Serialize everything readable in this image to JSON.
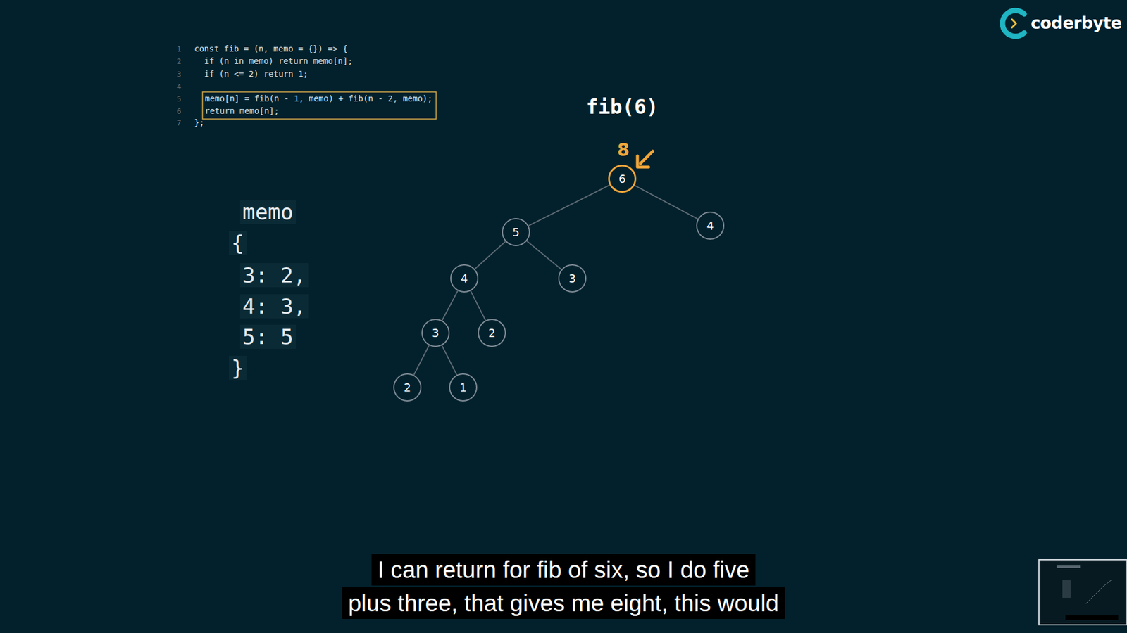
{
  "diagram": {
    "title": "fib(6)",
    "nodes": [
      {
        "text": [
          "6"
        ]
      },
      {
        "text": [
          "5"
        ]
      },
      {
        "text": [
          "4"
        ]
      },
      {
        "text": [
          "4"
        ]
      },
      {
        "text": [
          "3"
        ]
      },
      {
        "text": [
          "3"
        ]
      },
      {
        "text": [
          "2"
        ]
      },
      {
        "text": [
          "2"
        ]
      },
      {
        "text": [
          "1"
        ]
      }
    ],
    "edges": [
      {
        "from": 0,
        "to": 1,
        "arrow": "none"
      },
      {
        "from": 0,
        "to": 2,
        "arrow": "none"
      },
      {
        "from": 1,
        "to": 3,
        "arrow": "none"
      },
      {
        "from": 1,
        "to": 4,
        "arrow": "none"
      },
      {
        "from": 3,
        "to": 5,
        "arrow": "none"
      },
      {
        "from": 3,
        "to": 6,
        "arrow": "none"
      },
      {
        "from": 5,
        "to": 7,
        "arrow": "none"
      },
      {
        "from": 5,
        "to": 8,
        "arrow": "none"
      }
    ],
    "labels": [
      "coderbyte",
      "1",
      "2",
      "3",
      "4",
      "5",
      "6",
      "7",
      "const fib = (n, memo = {}) => {",
      "if (n in memo) return memo[n];",
      "if (n <= 2) return 1;",
      "memo[n] = fib(n - 1, memo) + fib(n - 2, memo);",
      "return memo[n];",
      "};",
      "8",
      "memo",
      "{",
      "3: 2,",
      "4: 3,",
      "5: 5",
      "}",
      "I can return for fib of six, so I do five",
      "plus three, that gives me eight, this would"
    ]
  }
}
